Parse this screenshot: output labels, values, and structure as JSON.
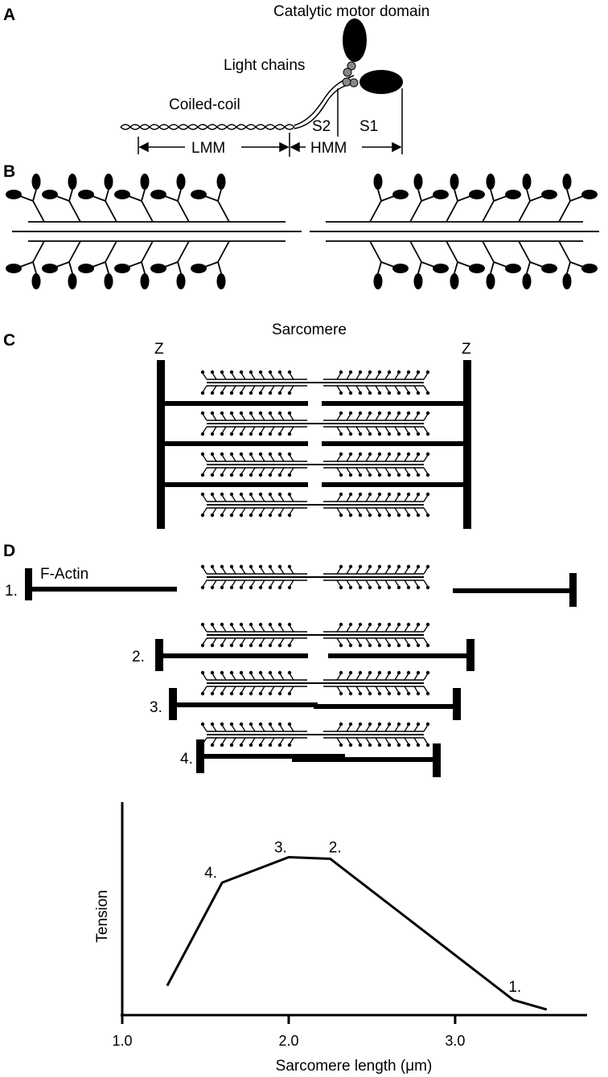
{
  "panels": {
    "a": "A",
    "b": "B",
    "c": "C",
    "d": "D"
  },
  "panel_a": {
    "catalytic": "Catalytic motor domain",
    "light_chains": "Light chains",
    "coiled_coil": "Coiled-coil",
    "s2": "S2",
    "s1": "S1",
    "lmm": "LMM",
    "hmm": "HMM"
  },
  "panel_c": {
    "title": "Sarcomere",
    "z_left": "Z",
    "z_right": "Z"
  },
  "panel_d": {
    "factin": "F-Actin",
    "states": [
      "1.",
      "2.",
      "3.",
      "4."
    ]
  },
  "chart_data": {
    "type": "line",
    "xlabel": "Sarcomere length (μm)",
    "ylabel": "Tension",
    "x_ticks": [
      "1.0",
      "2.0",
      "3.0"
    ],
    "xlim": [
      1.0,
      3.8
    ],
    "ylim": [
      0,
      1
    ],
    "series": [
      {
        "x": [
          1.27,
          1.6,
          2.0,
          2.25,
          3.35,
          3.55
        ],
        "y": [
          0.17,
          0.82,
          0.98,
          0.97,
          0.08,
          0.02
        ]
      }
    ],
    "annotations": [
      {
        "text": "4.",
        "x": 1.6,
        "y": 0.82
      },
      {
        "text": "3.",
        "x": 2.0,
        "y": 0.98
      },
      {
        "text": "2.",
        "x": 2.25,
        "y": 0.97
      },
      {
        "text": "1.",
        "x": 3.35,
        "y": 0.08
      }
    ]
  }
}
